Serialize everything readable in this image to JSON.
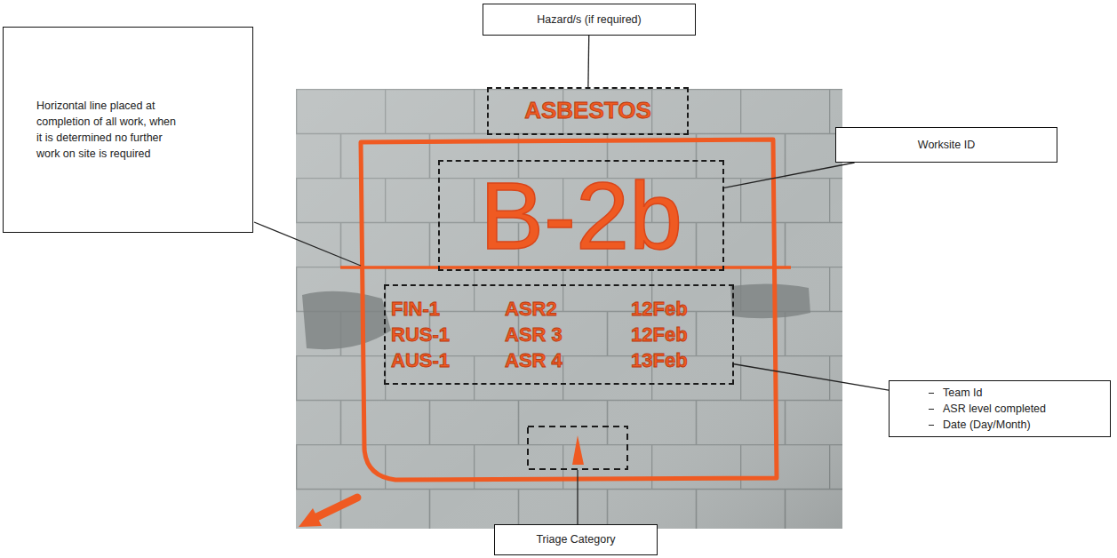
{
  "diagram": {
    "nodes": [
      {
        "text": [
          "Hazard/s (if required)"
        ]
      },
      {
        "text": [
          "ASBESTOS"
        ]
      },
      {
        "text": [
          "Horizontal line placed at completion of all work, when it is determined no further work on site is required"
        ]
      },
      {
        "text": [
          "Worksite ID"
        ]
      },
      {
        "text": [
          "B-2b"
        ]
      },
      {
        "text": [
          "FIN-1",
          "ASR2",
          "12Feb",
          "RUS-1",
          "ASR 3",
          "12Feb",
          "AUS-1",
          "ASR 4",
          "13Feb"
        ]
      },
      {
        "text": [
          "Team Id",
          "ASR level completed",
          "Date (Day/Month)"
        ]
      },
      {
        "text": [
          "Triage Category"
        ]
      }
    ],
    "edges": [
      {
        "from": 0,
        "to": 1,
        "arrow": "none"
      },
      {
        "from": 3,
        "to": 4,
        "arrow": "none"
      },
      {
        "from": 6,
        "to": 5,
        "arrow": "none"
      }
    ]
  }
}
